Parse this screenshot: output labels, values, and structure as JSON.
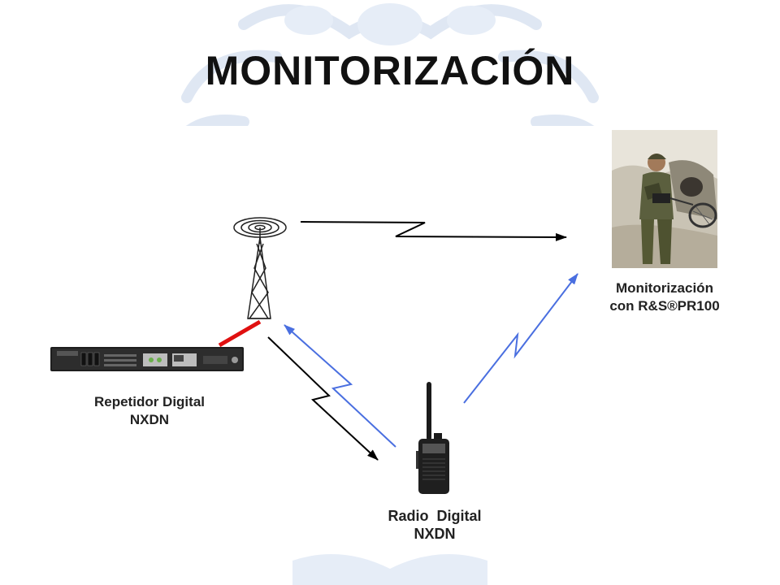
{
  "slide": {
    "title": "MONITORIZACIÓN"
  },
  "diagram": {
    "repeater": {
      "line1": "Repetidor Digital",
      "line2": "NXDN"
    },
    "radio": {
      "line1": "Radio  Digital",
      "line2": "NXDN"
    },
    "monitor": {
      "line1": "Monitorización",
      "line2": "con R&S®PR100"
    }
  },
  "colors": {
    "link_black": "#000000",
    "link_blue": "#4a6fe0",
    "cable_red": "#e01010",
    "watermark": "#dde6f3"
  },
  "icons": [
    "antenna-tower-icon",
    "repeater-rack-icon",
    "handheld-radio-icon",
    "soldier-photo"
  ]
}
